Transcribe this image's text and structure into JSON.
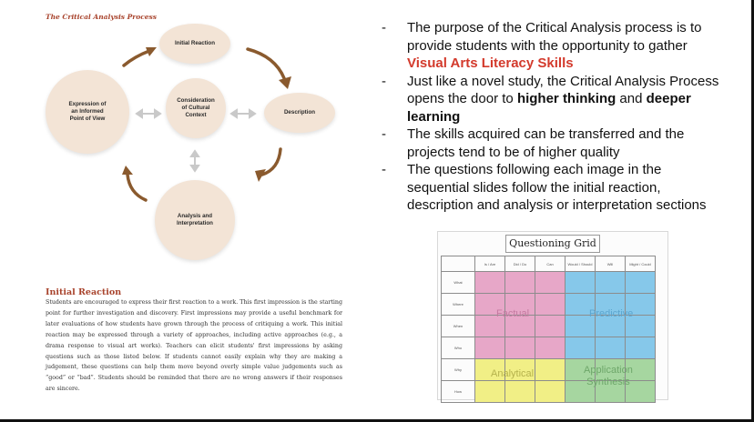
{
  "process": {
    "title": "The Critical Analysis Process",
    "nodes": {
      "initial_reaction": "Initial Reaction",
      "expression_1": "Expression of",
      "expression_2": "an Informed",
      "expression_3": "Point of View",
      "consideration_1": "Consideration",
      "consideration_2": "of Cultural",
      "consideration_3": "Context",
      "description": "Description",
      "analysis_1": "Analysis and",
      "analysis_2": "Interpretation"
    },
    "initial_reaction_heading": "Initial Reaction",
    "initial_reaction_text": "Students are encouraged to express their first reaction to a work. This first impression is the starting point for further investigation and discovery. First impressions may provide a useful benchmark for later evaluations of how students have grown through the process of critiquing a work. This initial reaction may be expressed through a variety of approaches, including active approaches (e.g., a drama response to visual art works). Teachers can elicit students' first impressions by asking questions such as those listed below. If students cannot easily explain why they are making a judgement, these questions can help them move beyond overly simple value judgements such as “good” or “bad”. Students should be reminded that there are no wrong answers if their responses are sincere."
  },
  "bullets": {
    "dash": "-",
    "b1_text": "The purpose of the Critical Analysis process is to provide students with the opportunity to gather ",
    "b1_emph": "Visual Arts Literacy Skills",
    "b2_text1": "Just like a novel study, the Critical Analysis Process opens the door to ",
    "b2_bold1": "higher thinking",
    "b2_text2": " and ",
    "b2_bold2": "deeper learning",
    "b3_text": "The skills acquired can be transferred and the projects tend to be of higher quality",
    "b4_text": "The questions following each image in the sequential slides follow the initial reaction, description and analysis or interpretation sections"
  },
  "grid": {
    "title": "Questioning Grid",
    "columns": [
      "Is / Are",
      "Did / Do",
      "Can",
      "Would / Should",
      "Will",
      "Might / Could"
    ],
    "rows": [
      "What",
      "Where",
      "When",
      "Who",
      "Why",
      "How"
    ],
    "zones": {
      "factual": "Factual",
      "predictive": "Predictive",
      "analytical": "Analytical",
      "application_1": "Application",
      "application_2": "Synthesis"
    }
  },
  "colors": {
    "accent": "#d33a2c",
    "heading_brown": "#a8432c",
    "circle_fill": "#f3e4d6",
    "factual": "#e7a7c8",
    "predictive": "#86c8ea",
    "analytical": "#f1ef86",
    "application": "#a6d6a0"
  }
}
